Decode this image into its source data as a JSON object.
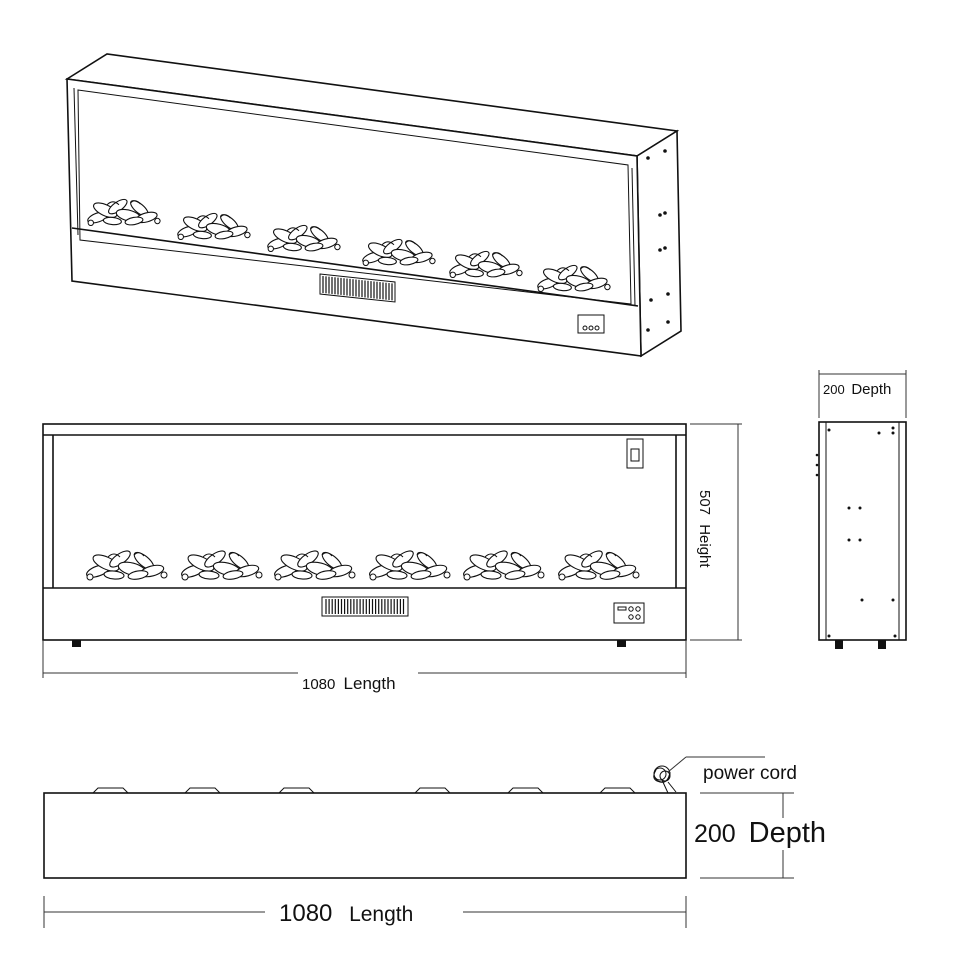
{
  "front_view": {
    "length_value": "1080",
    "length_label": "Length",
    "height_value": "507",
    "height_label": "Height"
  },
  "side_view": {
    "depth_value": "200",
    "depth_label": "Depth"
  },
  "top_view": {
    "power_cord_label": "power cord",
    "depth_value": "200",
    "depth_label": "Depth",
    "length_value": "1080",
    "length_label": "Length"
  }
}
